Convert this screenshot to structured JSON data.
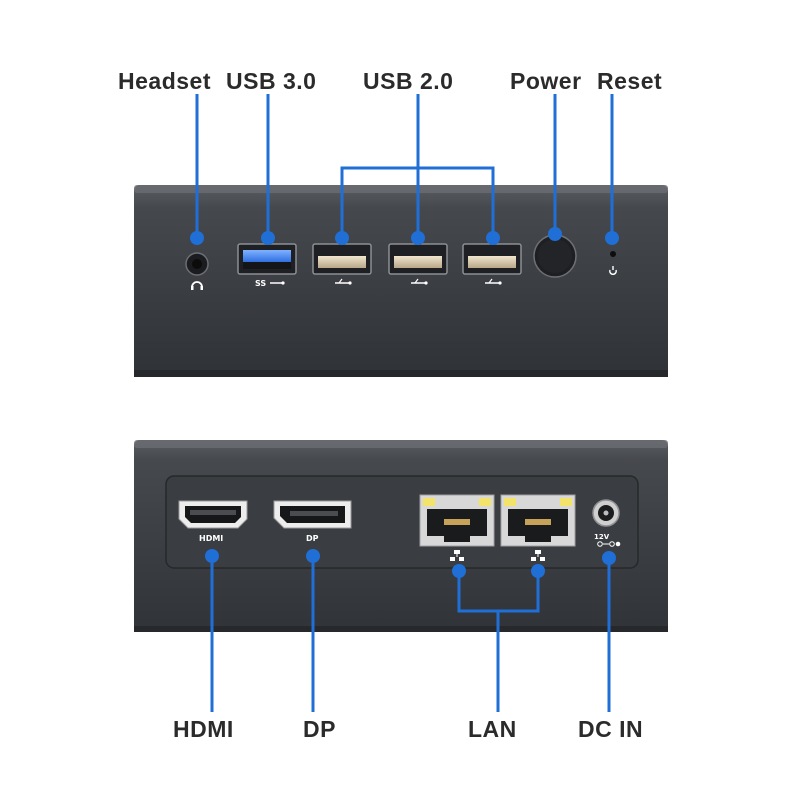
{
  "labels": {
    "headset": "Headset",
    "usb30": "USB 3.0",
    "usb20": "USB 2.0",
    "power": "Power",
    "reset": "Reset",
    "hdmi": "HDMI",
    "dp": "DP",
    "lan": "LAN",
    "dcin": "DC IN"
  },
  "port_marks": {
    "ss": "SS",
    "hdmi": "HDMI",
    "dp": "DP",
    "voltage": "12V"
  },
  "colors": {
    "callout": "#1f6fd6",
    "chassis": "#3f4247",
    "port_usb3": "#3b82f6",
    "port_usb2": "#d9c9a8",
    "text": "#2b2b2b"
  },
  "icons": [
    "headphone-icon",
    "usb-icon",
    "network-icon",
    "power-icon",
    "dc-polarity-icon"
  ]
}
